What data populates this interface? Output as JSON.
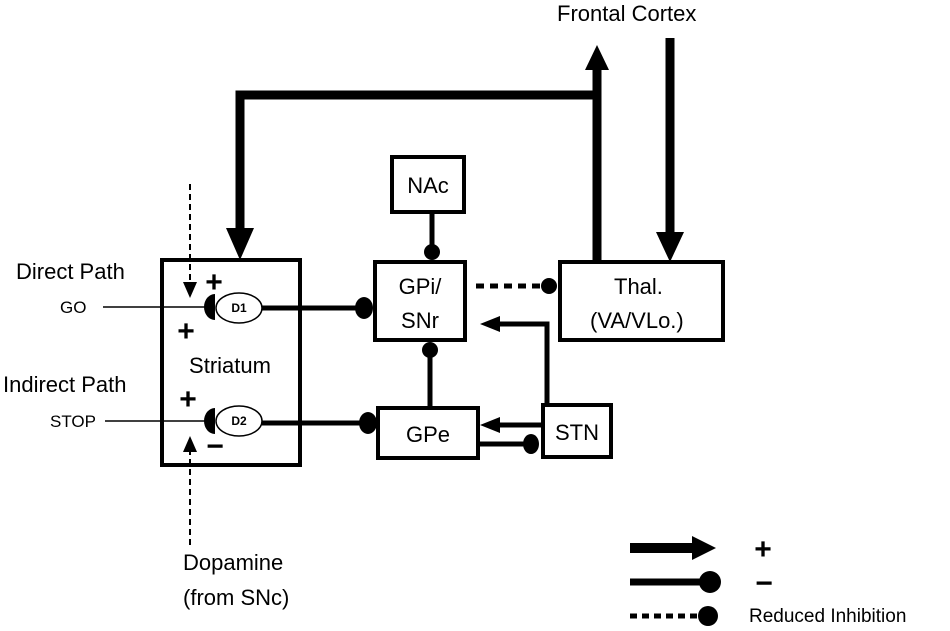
{
  "labels": {
    "frontal_cortex": "Frontal Cortex",
    "nac": "NAc",
    "gpi_line1": "GPi/",
    "gpi_line2": "SNr",
    "thal_line1": "Thal.",
    "thal_line2": "(VA/VLo.)",
    "striatum": "Striatum",
    "gpe": "GPe",
    "stn": "STN",
    "direct_path": "Direct Path",
    "go": "GO",
    "indirect_path": "Indirect Path",
    "stop": "STOP",
    "d1": "D1",
    "d2": "D2",
    "dopamine_line1": "Dopamine",
    "dopamine_line2": "(from SNc)",
    "plus": "+",
    "minus": "−"
  },
  "legend": {
    "excitatory": "+",
    "inhibitory": "−",
    "reduced_inhibition": "Reduced Inhibition"
  }
}
